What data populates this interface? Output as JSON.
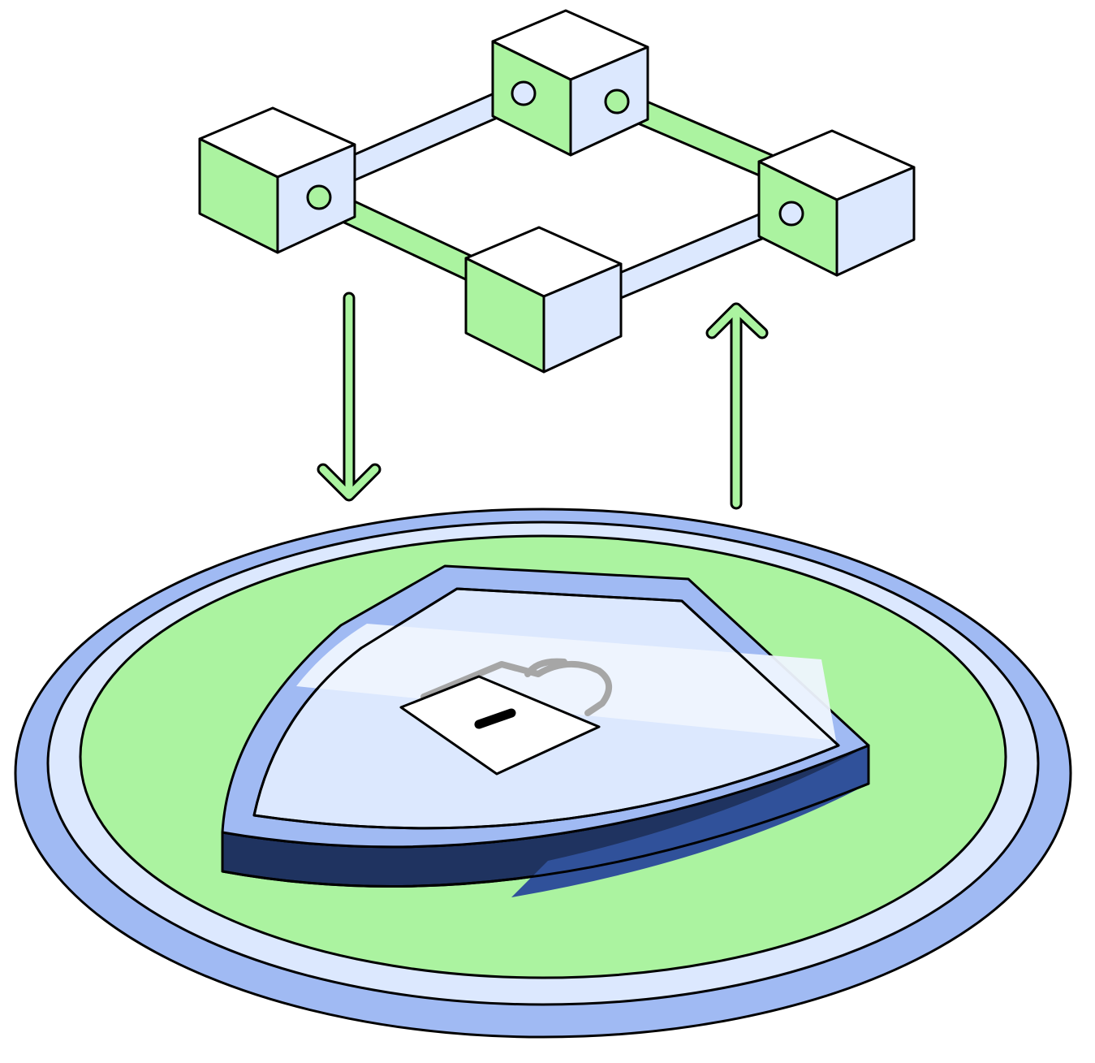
{
  "palette": {
    "green": "#abf3a0",
    "light_blue": "#dce8fe",
    "pale_blue": "#eef4fe",
    "mid_blue": "#a0baf3",
    "dark_blue": "#1f3360",
    "shield_blue": "#30519a",
    "lock_gray": "#a6a6a6",
    "outline": "#000000",
    "white": "#ffffff"
  },
  "diagram": {
    "nodes": [
      {
        "name": "block-node-left"
      },
      {
        "name": "block-node-top"
      },
      {
        "name": "block-node-right"
      },
      {
        "name": "block-node-bottom"
      }
    ],
    "links": [
      {
        "from": "block-node-left",
        "to": "block-node-top"
      },
      {
        "from": "block-node-top",
        "to": "block-node-right"
      },
      {
        "from": "block-node-right",
        "to": "block-node-bottom"
      },
      {
        "from": "block-node-bottom",
        "to": "block-node-left"
      }
    ],
    "arrows": [
      {
        "name": "arrow-down-icon",
        "direction": "down"
      },
      {
        "name": "arrow-up-icon",
        "direction": "up"
      }
    ],
    "icons": [
      "shield-icon",
      "padlock-icon",
      "platform-disc"
    ]
  }
}
